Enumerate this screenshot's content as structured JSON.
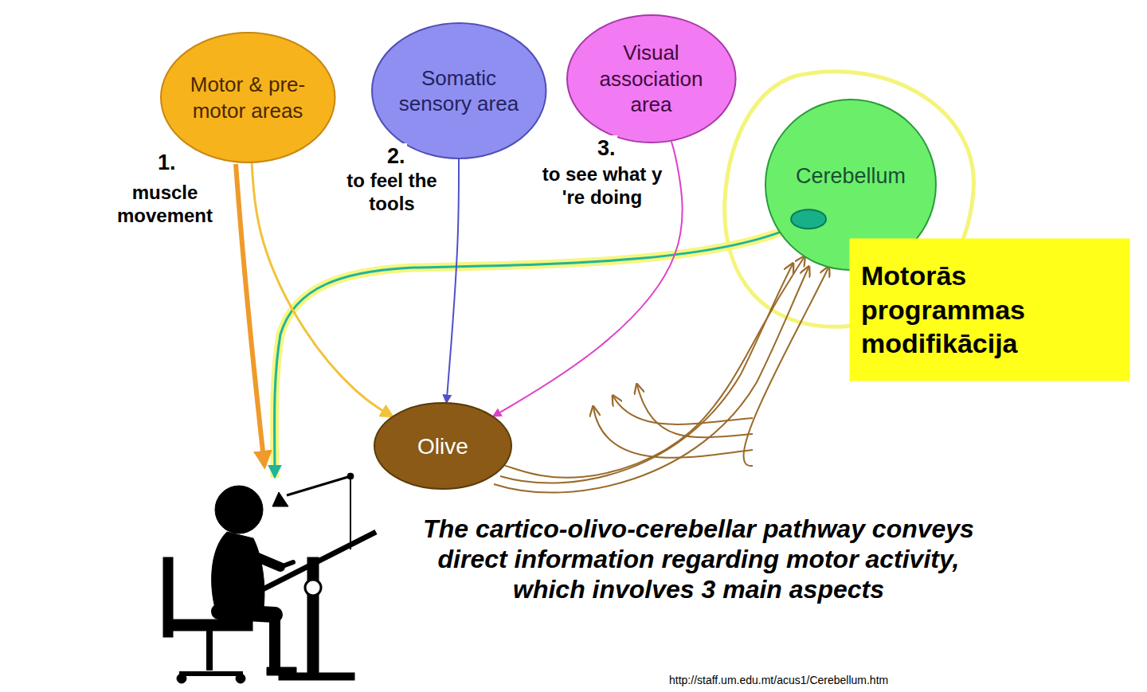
{
  "diagram": {
    "caption": "The cartico-olivo-cerebellar pathway conveys direct information regarding motor activity, which involves 3 main aspects",
    "nodes": [
      {
        "text": [
          "Motor & pre-motor areas"
        ]
      },
      {
        "text": [
          "Somatic sensory area"
        ]
      },
      {
        "text": [
          "Visual association area"
        ]
      },
      {
        "text": [
          "Cerebellum"
        ]
      },
      {
        "text": [
          "Motorās programmas modifikācija"
        ]
      },
      {
        "text": [
          "Olive"
        ]
      }
    ],
    "edges": [
      {
        "from": 0,
        "to": 5,
        "arrow": "to"
      },
      {
        "from": 1,
        "to": 5,
        "arrow": "to"
      },
      {
        "from": 2,
        "to": 5,
        "arrow": "to"
      },
      {
        "from": 5,
        "to": 3,
        "arrow": "to"
      }
    ],
    "labels": [
      "1.",
      "muscle movement",
      "2.",
      "to feel the tools",
      "3.",
      "to see what y 're doing",
      "http://staff.um.edu.mt/acus1/Cerebellum.htm"
    ]
  }
}
